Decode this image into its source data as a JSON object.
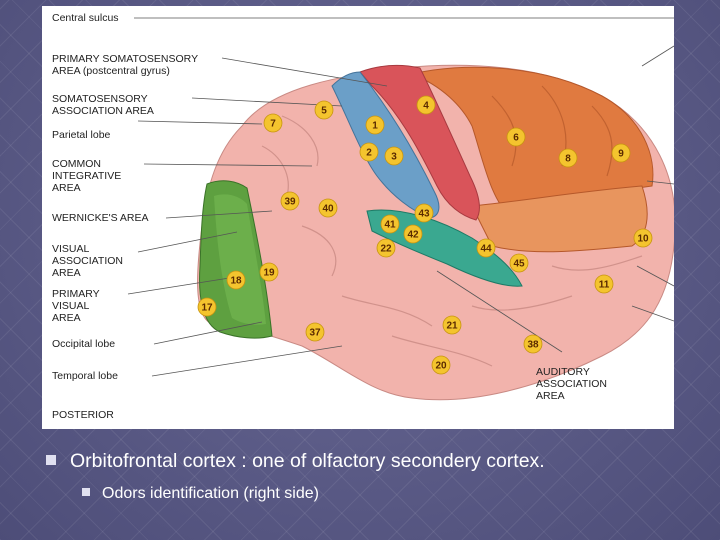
{
  "labels_left": [
    {
      "text": "Central sulcus"
    },
    {
      "text": "PRIMARY SOMATOSENSORY"
    },
    {
      "text": "AREA (postcentral gyrus)"
    },
    {
      "text": "SOMATOSENSORY"
    },
    {
      "text": "ASSOCIATION AREA"
    },
    {
      "text": "Parietal lobe"
    },
    {
      "text": "COMMON"
    },
    {
      "text": "INTEGRATIVE"
    },
    {
      "text": "AREA"
    },
    {
      "text": "WERNICKE'S AREA"
    },
    {
      "text": "VISUAL"
    },
    {
      "text": "ASSOCIATION"
    },
    {
      "text": "AREA"
    },
    {
      "text": "PRIMARY"
    },
    {
      "text": "VISUAL"
    },
    {
      "text": "AREA"
    },
    {
      "text": "Occipital lobe"
    },
    {
      "text": "Temporal lobe"
    },
    {
      "text": "POSTERIOR"
    }
  ],
  "labels_right": [
    "AUDITORY",
    "ASSOCIATION",
    "AREA"
  ],
  "area_numbers": [
    "4",
    "5",
    "7",
    "1",
    "6",
    "8",
    "9",
    "2",
    "3",
    "39",
    "40",
    "43",
    "41",
    "42",
    "22",
    "44",
    "10",
    "45",
    "11",
    "18",
    "19",
    "17",
    "21",
    "37",
    "38",
    "20"
  ],
  "colors": {
    "slide_background": "#5a5a86",
    "motor": "#e07a40",
    "primary_motor": "#d9545a",
    "somatosensory": "#6b9fc8",
    "occipital_green": "#5ea040",
    "auditory_teal": "#3aa890",
    "cortex_pink": "#f2b3ac"
  },
  "bullets": {
    "main": "Orbitofrontal cortex : one of olfactory secondery cortex.",
    "sub": "Odors identification (right side)"
  }
}
